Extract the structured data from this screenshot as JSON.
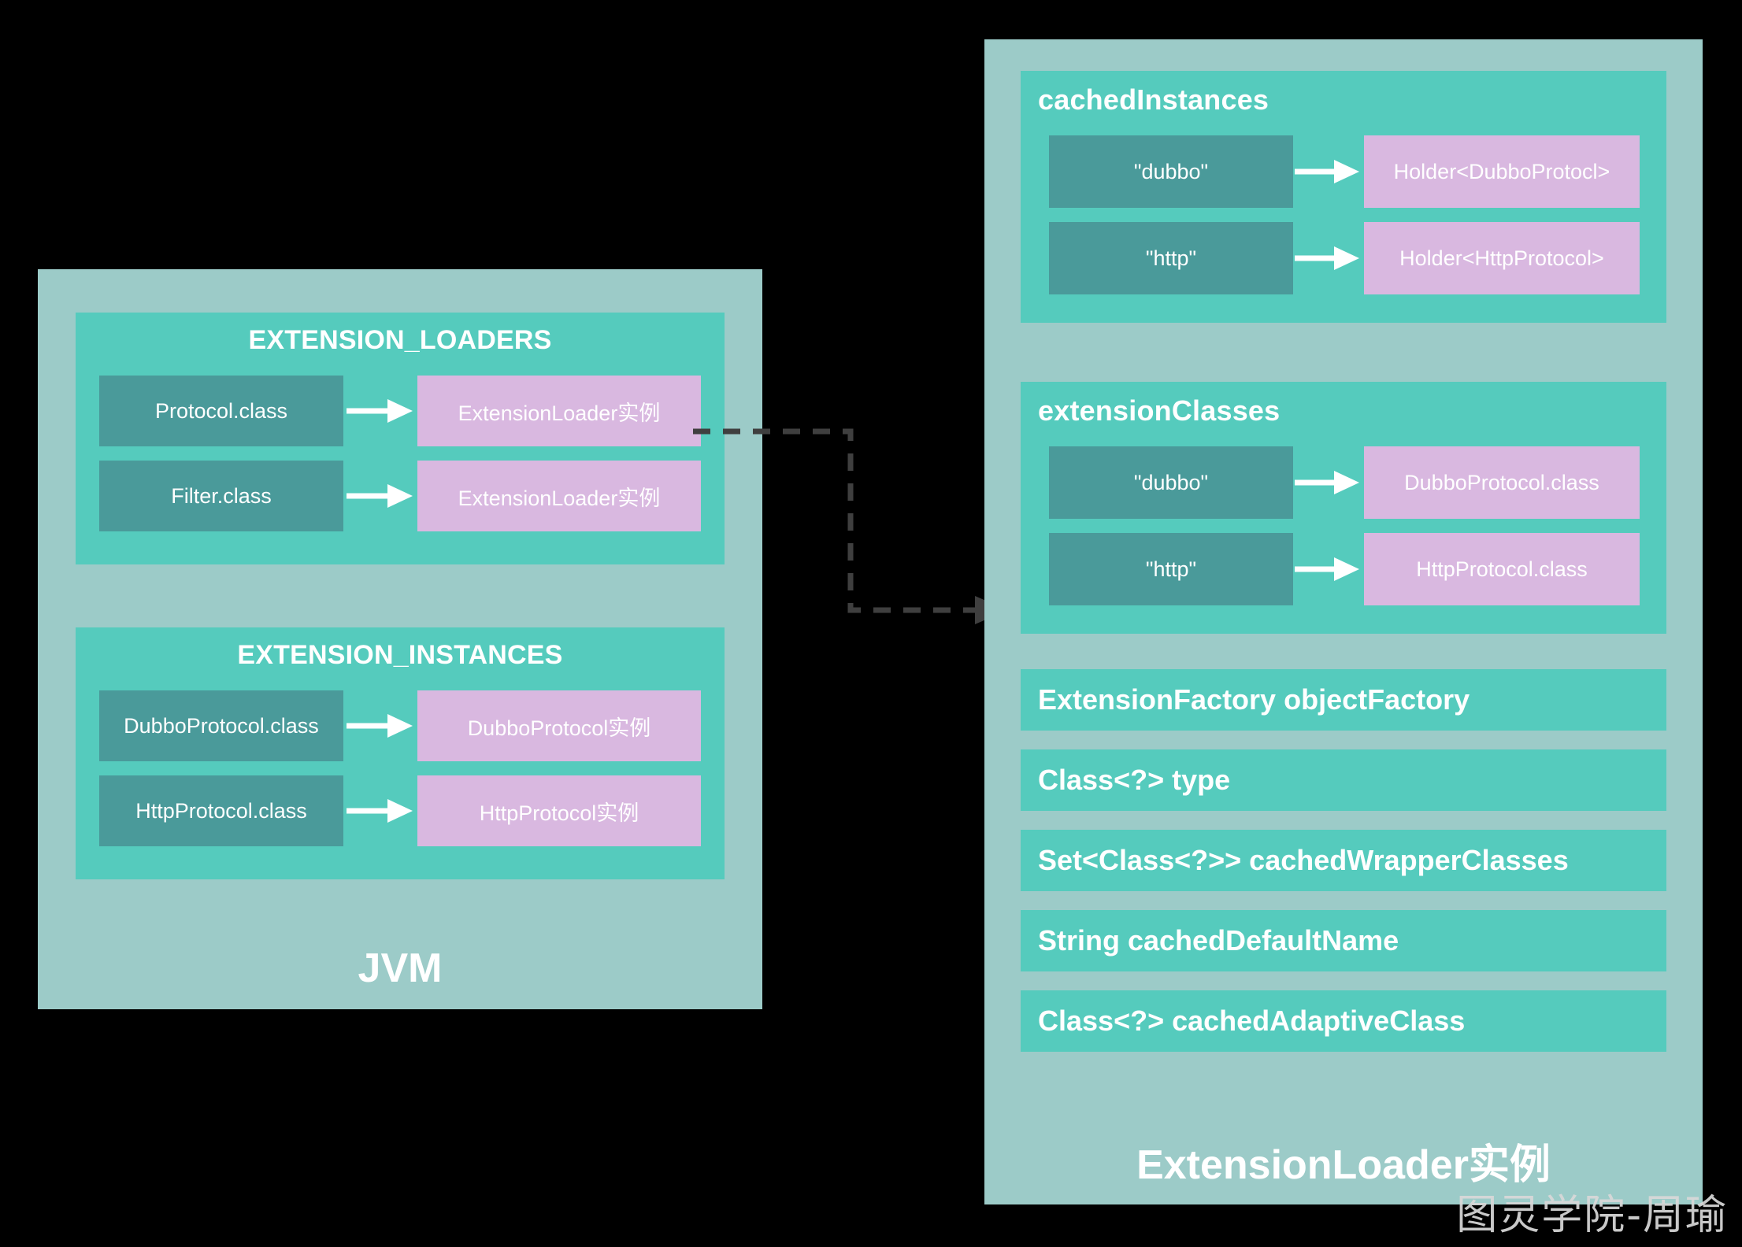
{
  "jvm": {
    "label": "JVM",
    "groups": [
      {
        "title": "EXTENSION_LOADERS",
        "rows": [
          {
            "key": "Protocol.class",
            "value": "ExtensionLoader实例"
          },
          {
            "key": "Filter.class",
            "value": "ExtensionLoader实例"
          }
        ]
      },
      {
        "title": "EXTENSION_INSTANCES",
        "rows": [
          {
            "key": "DubboProtocol.class",
            "value": "DubboProtocol实例"
          },
          {
            "key": "HttpProtocol.class",
            "value": "HttpProtocol实例"
          }
        ]
      }
    ]
  },
  "loader": {
    "label": "ExtensionLoader实例",
    "groups": [
      {
        "title": "cachedInstances",
        "rows": [
          {
            "key": "\"dubbo\"",
            "value": "Holder<DubboProtocl>"
          },
          {
            "key": "\"http\"",
            "value": "Holder<HttpProtocol>"
          }
        ]
      },
      {
        "title": "extensionClasses",
        "rows": [
          {
            "key": "\"dubbo\"",
            "value": "DubboProtocol.class"
          },
          {
            "key": "\"http\"",
            "value": "HttpProtocol.class"
          }
        ]
      }
    ],
    "fields": [
      "ExtensionFactory objectFactory",
      "Class<?> type",
      "Set<Class<?>> cachedWrapperClasses",
      "String cachedDefaultName",
      "Class<?> cachedAdaptiveClass"
    ]
  },
  "watermark": "图灵学院-周瑜",
  "colors": {
    "background": "#000000",
    "panel": "#9ccbc8",
    "group": "#55cbbd",
    "key_box": "#4a9a9a",
    "value_box": "#d9b8e0",
    "text_on_color": "#ffffff",
    "connector": "#3f3f3f"
  }
}
